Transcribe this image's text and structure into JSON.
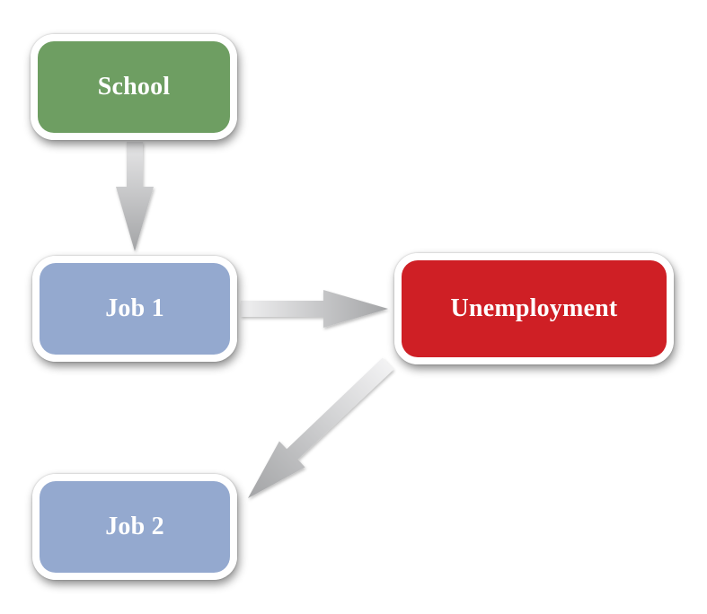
{
  "nodes": {
    "school": {
      "label": "School",
      "color": "#6e9e62"
    },
    "job1": {
      "label": "Job 1",
      "color": "#94a9cf"
    },
    "unemployment": {
      "label": "Unemployment",
      "color": "#cf1f25"
    },
    "job2": {
      "label": "Job 2",
      "color": "#94a9cf"
    }
  },
  "edges": [
    {
      "from": "School",
      "to": "Job 1"
    },
    {
      "from": "Job 1",
      "to": "Unemployment"
    },
    {
      "from": "Unemployment",
      "to": "Job 2"
    }
  ],
  "arrow_color": "#a9aaac"
}
